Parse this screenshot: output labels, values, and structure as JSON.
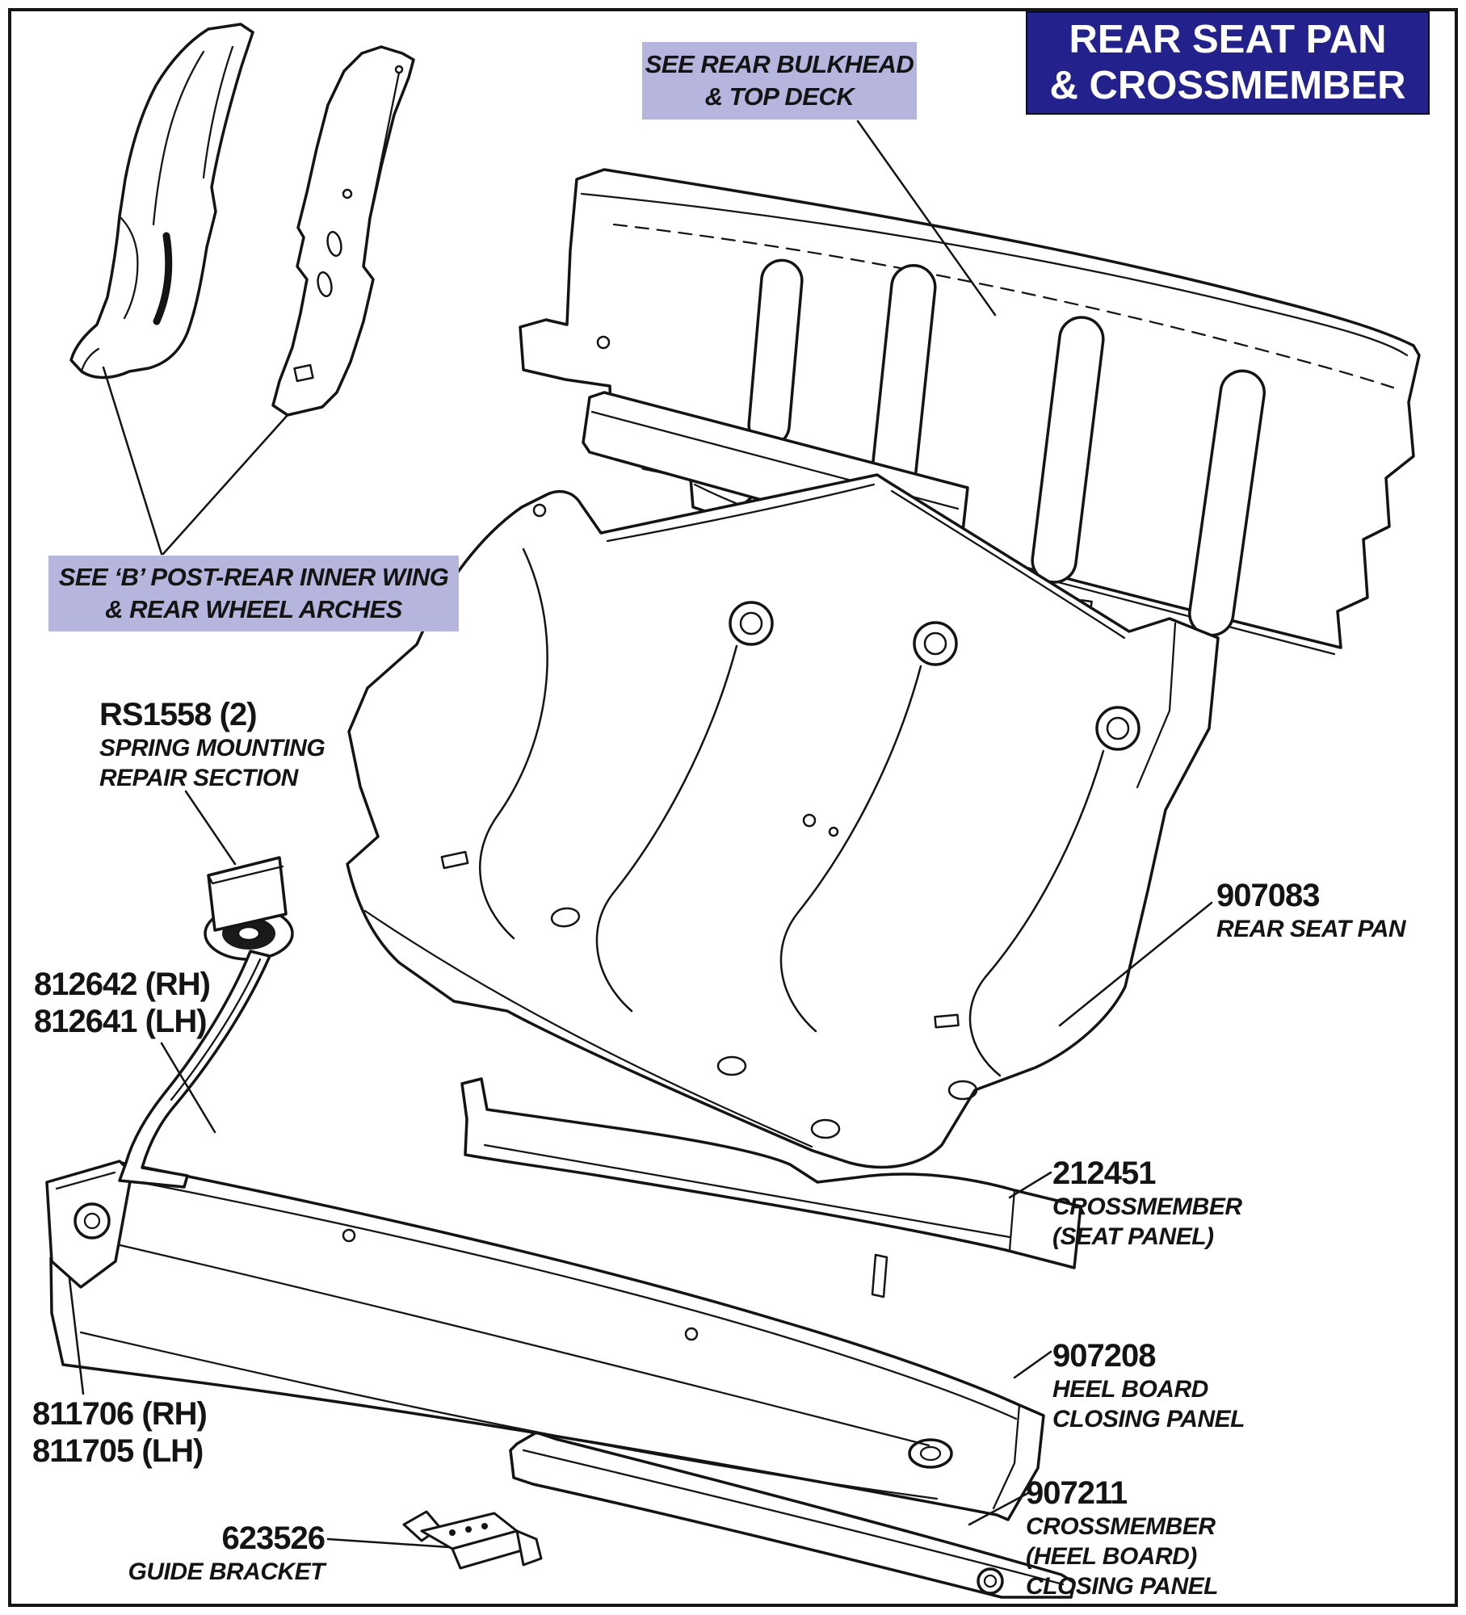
{
  "colors": {
    "banner_bg": "#23218C",
    "callout_bg": "#B6B5DE",
    "ink": "#141414"
  },
  "banner": {
    "line1": "REAR SEAT PAN",
    "line2": "& CROSSMEMBER"
  },
  "callouts": {
    "bulkhead": {
      "line1": "SEE REAR BULKHEAD",
      "line2": "& TOP DECK"
    },
    "bpost": {
      "line1": "SEE ‘B’ POST-REAR INNER WING",
      "line2": "& REAR WHEEL ARCHES"
    }
  },
  "parts": {
    "spring_repair": {
      "number": "RS1558 (2)",
      "line1": "SPRING MOUNTING",
      "line2": "REPAIR SECTION"
    },
    "spring_mount": {
      "line1": "812642 (RH)",
      "line2": "812641 (LH)"
    },
    "seat_pan": {
      "number": "907083",
      "line1": "REAR SEAT PAN"
    },
    "crossmember_seat": {
      "number": "212451",
      "line1": "CROSSMEMBER",
      "line2": "(SEAT PANEL)"
    },
    "heel_board": {
      "number": "907208",
      "line1": "HEEL BOARD",
      "line2": "CLOSING PANEL"
    },
    "heel_brackets": {
      "line1": "811706 (RH)",
      "line2": "811705 (LH)"
    },
    "crossmember_heel": {
      "number": "907211",
      "line1": "CROSSMEMBER",
      "line2": "(HEEL BOARD)",
      "line3": "CLOSING PANEL"
    },
    "guide_bracket": {
      "number": "623526",
      "line1": "GUIDE BRACKET"
    }
  }
}
